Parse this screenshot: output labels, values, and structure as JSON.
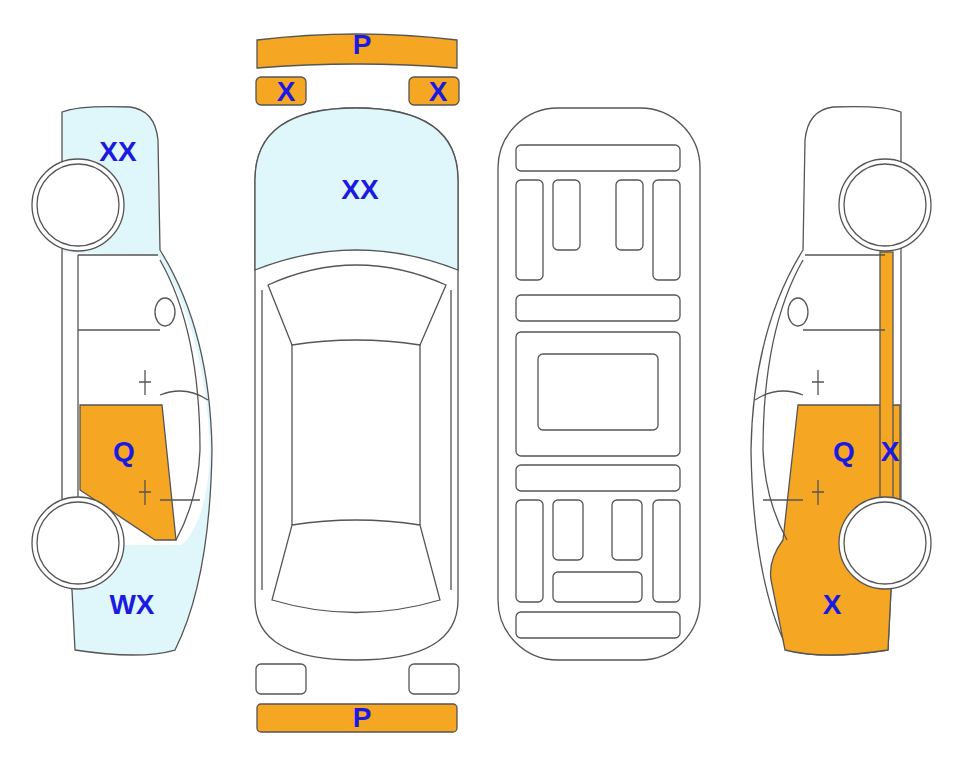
{
  "diagram": {
    "labels": [
      "P",
      "X",
      "X",
      "XX",
      "XX",
      "Q",
      "Q",
      "X",
      "WX",
      "X",
      "P"
    ]
  }
}
